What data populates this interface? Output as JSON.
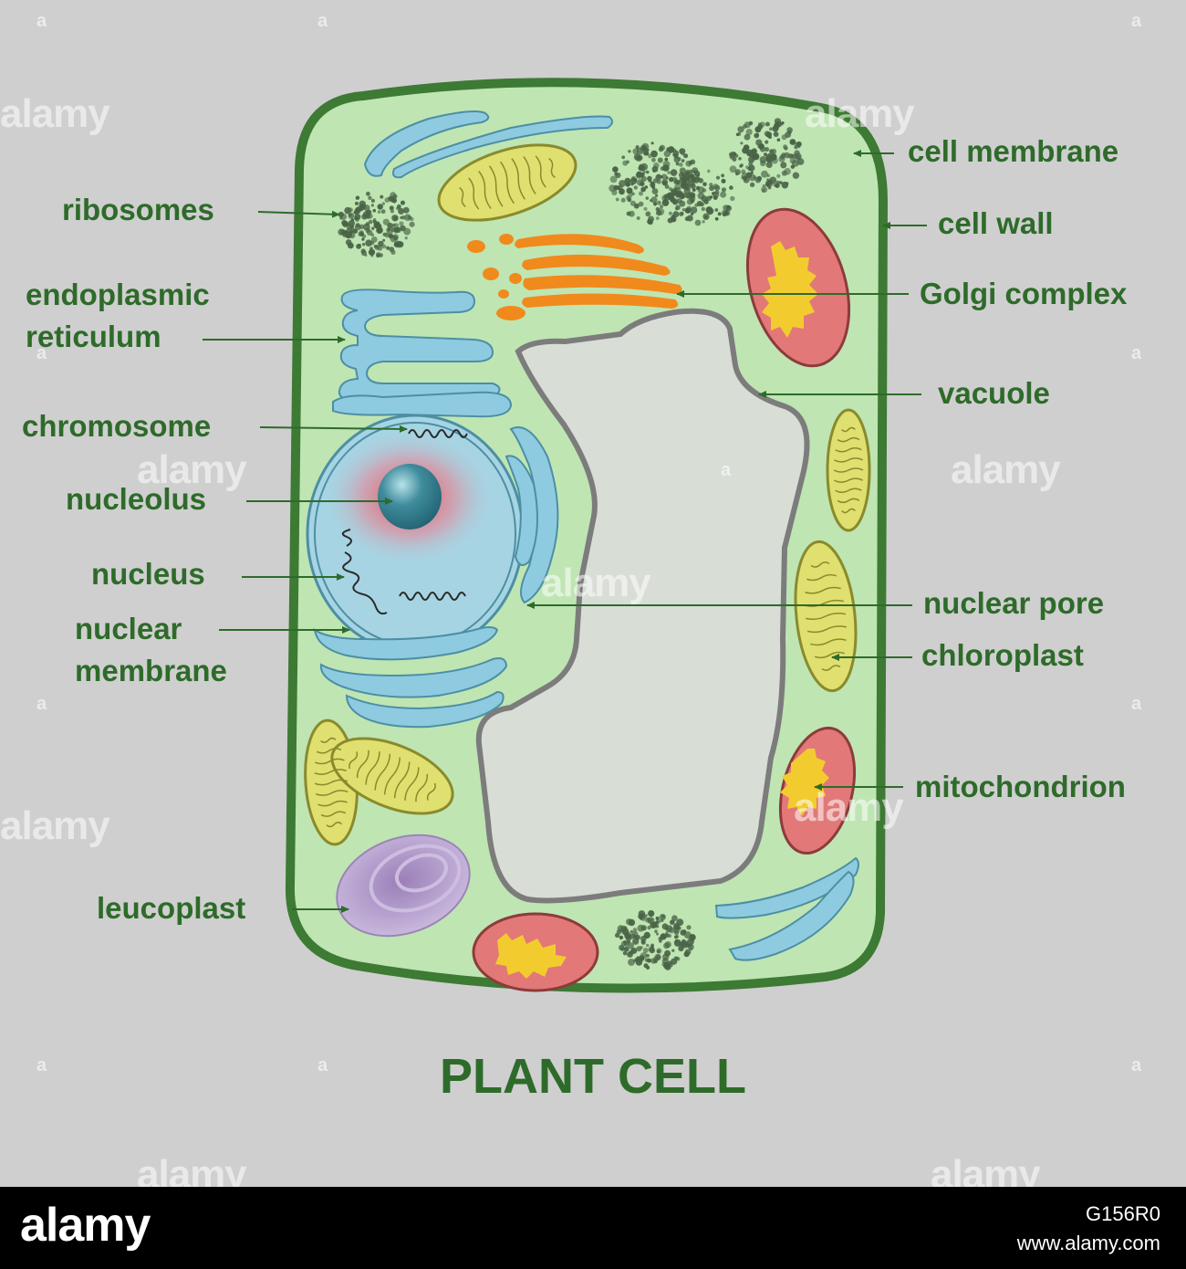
{
  "diagram": {
    "title": "PLANT CELL",
    "labels": {
      "ribosomes": [
        "ribosomes"
      ],
      "endoplasmic_reticulum": [
        "endoplasmic",
        "reticulum"
      ],
      "chromosome": [
        "chromosome"
      ],
      "nucleolus": [
        "nucleolus"
      ],
      "nucleus": [
        "nucleus"
      ],
      "nuclear_membrane": [
        "nuclear",
        "membrane"
      ],
      "leucoplast": [
        "leucoplast"
      ],
      "cell_membrane": [
        "cell membrane"
      ],
      "cell_wall": [
        "cell wall"
      ],
      "golgi_complex": [
        "Golgi complex"
      ],
      "vacuole": [
        "vacuole"
      ],
      "nuclear_pore": [
        "nuclear pore"
      ],
      "chloroplast": [
        "chloroplast"
      ],
      "mitochondrion": [
        "mitochondrion"
      ]
    },
    "colors": {
      "background": "#cfcfcf",
      "label_text": "#2e6b2a",
      "cell_wall": "#3d7a34",
      "cytoplasm": "#bfe5b3",
      "vacuole": "#d8ddd5",
      "vacuole_border": "#7c7c7c",
      "er": "#8fcbe0",
      "nucleus": "#a7d4e3",
      "chloroplast": "#dfe070",
      "mitochondrion": "#e27878",
      "mito_cristae": "#f2cc2e",
      "golgi": "#f08a1c",
      "leucoplast": "#b49ccc",
      "ribosome": "#4a6347"
    }
  },
  "watermark": {
    "text": "alamy",
    "mark": "a"
  },
  "footer": {
    "brand": "alamy",
    "image_id": "G156R0",
    "site": "www.alamy.com"
  }
}
